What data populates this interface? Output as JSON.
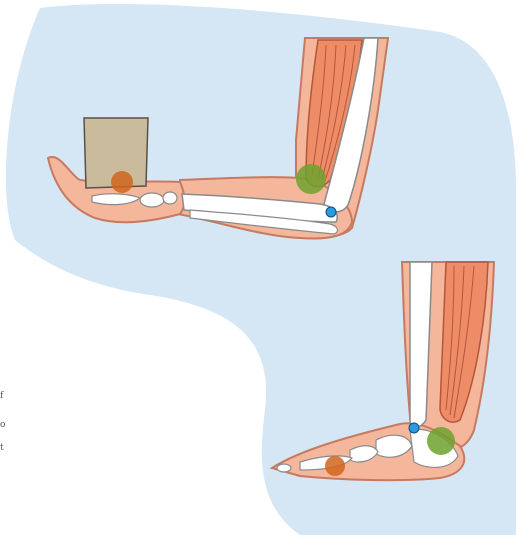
{
  "figure": {
    "description_text": "",
    "colors": {
      "background": "#ffffff",
      "blob": "#d5e6f5",
      "skin": "#f4b79c",
      "skin_outline": "#c77a60",
      "muscle": "#ee8c67",
      "muscle_line": "#b3573a",
      "bone": "#ffffff",
      "bone_outline": "#8a8a8a",
      "box": "#c9bb9c",
      "box_outline": "#5a5048",
      "load_point": "#d1651c",
      "muscle_insertion": "#6ea12e",
      "fulcrum": "#2a9be0"
    },
    "markers": [
      {
        "name": "load",
        "icon": "orange-circle"
      },
      {
        "name": "effort",
        "icon": "green-circle"
      },
      {
        "name": "fulcrum",
        "icon": "blue-dot"
      }
    ]
  },
  "margin_marks": [
    "f",
    "o",
    "t"
  ]
}
